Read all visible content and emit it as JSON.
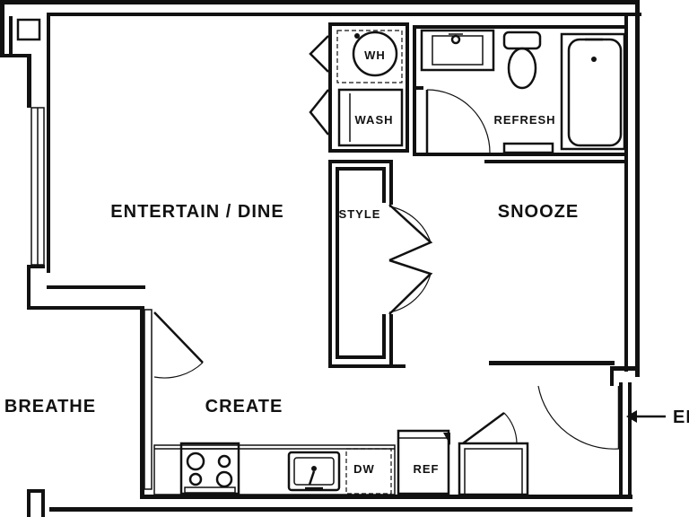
{
  "rooms": {
    "entertain": "ENTERTAIN / DINE",
    "snooze": "SNOOZE",
    "breathe": "BREATHE",
    "create": "CREATE",
    "style": "STYLE",
    "refresh": "REFRESH",
    "wash": "WASH",
    "wh": "WH",
    "dw": "DW",
    "ref": "REF",
    "entry": "EN"
  }
}
